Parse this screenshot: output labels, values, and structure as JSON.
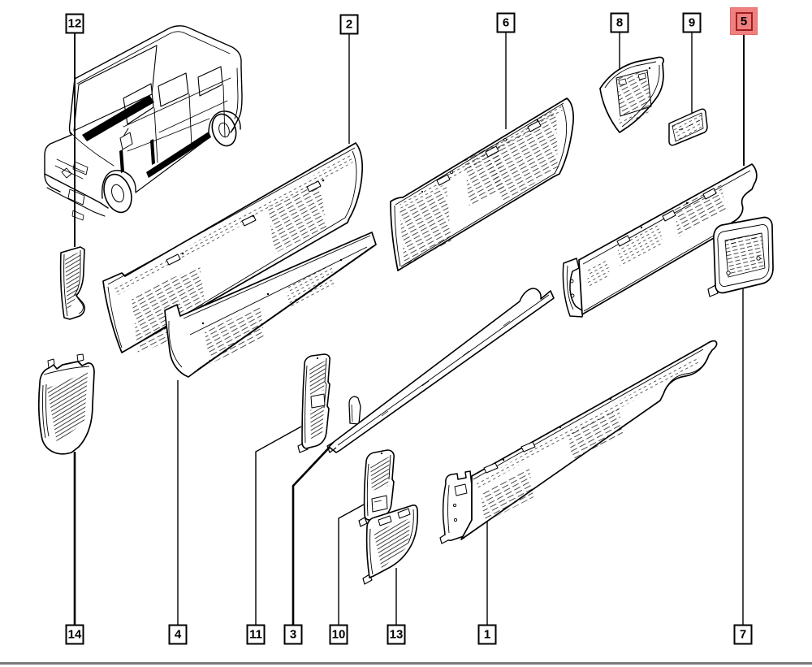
{
  "diagram": {
    "description": "Exploded parts diagram of van body side panels with numbered callouts",
    "highlight_color": "#f08080",
    "highlight_inner_border": "#9e1f1f",
    "footer_bar_color": "#7a7a7a",
    "line_color": "#000000",
    "highlighted_callout": "5"
  },
  "callouts": {
    "top": [
      {
        "label": "12"
      },
      {
        "label": "2"
      },
      {
        "label": "6"
      },
      {
        "label": "8"
      },
      {
        "label": "9"
      },
      {
        "label": "5"
      }
    ],
    "bottom": [
      {
        "label": "14"
      },
      {
        "label": "4"
      },
      {
        "label": "11"
      },
      {
        "label": "3"
      },
      {
        "label": "10"
      },
      {
        "label": "13"
      },
      {
        "label": "1"
      },
      {
        "label": "7"
      }
    ]
  }
}
